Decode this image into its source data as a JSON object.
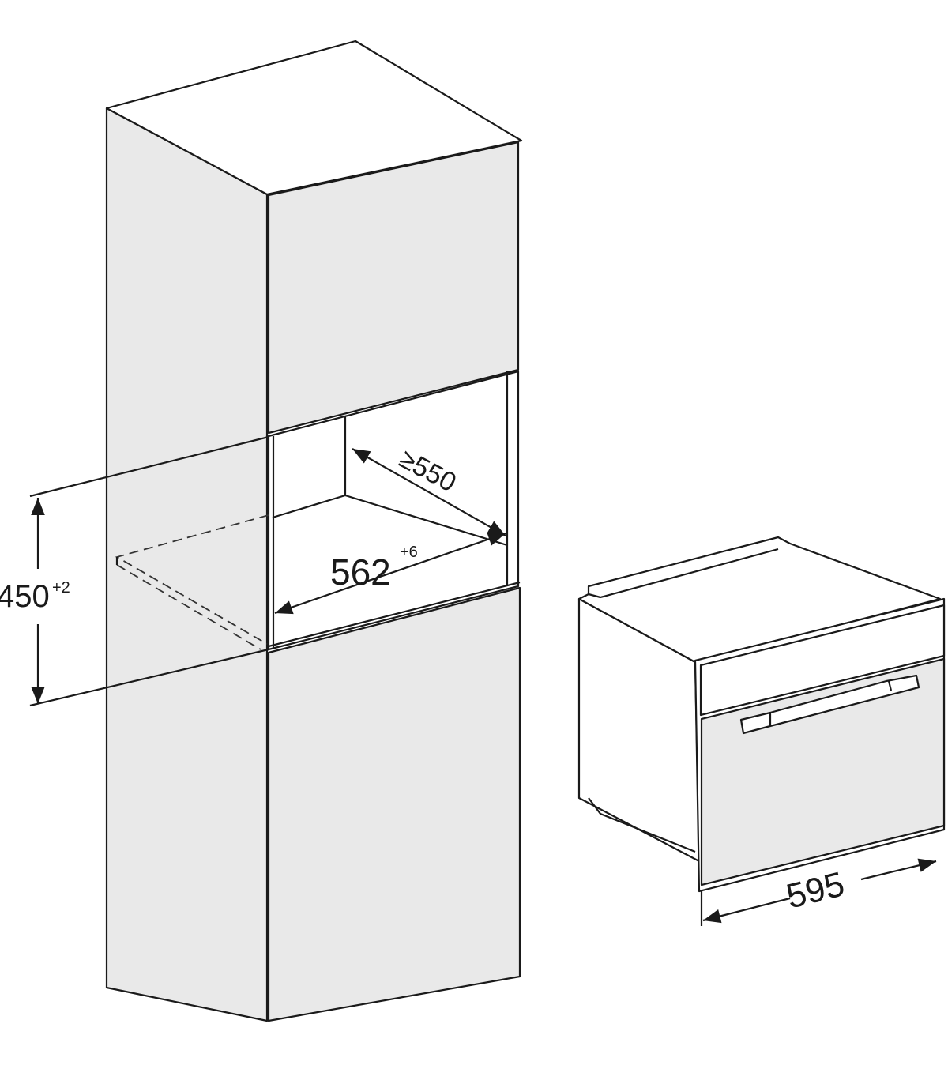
{
  "dimensions": {
    "niche_height": {
      "value": "450",
      "tolerance": "+2"
    },
    "niche_depth": {
      "value": "≥550"
    },
    "niche_width": {
      "value": "562",
      "tolerance": "+6"
    },
    "appliance_width": {
      "value": "595"
    }
  },
  "colors": {
    "line": "#1a1a1a",
    "panel": "#e9e9e9",
    "background": "#ffffff"
  }
}
